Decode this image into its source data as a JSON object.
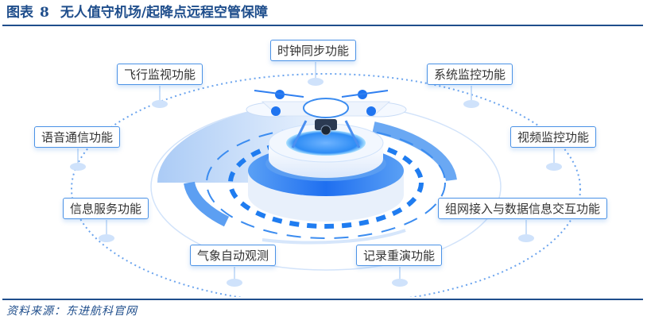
{
  "figure": {
    "label": "图表",
    "number": "8",
    "title": "无人值守机场/起降点远程空管保障"
  },
  "source": "资料来源：东进航科官网",
  "diagram": {
    "center": "无人机及机场平台",
    "functions": [
      {
        "id": "clock-sync",
        "label": "时钟同步功能"
      },
      {
        "id": "flight-monitor",
        "label": "飞行监视功能"
      },
      {
        "id": "system-monitor",
        "label": "系统监控功能"
      },
      {
        "id": "voice-comm",
        "label": "语音通信功能"
      },
      {
        "id": "video-monitor",
        "label": "视频监控功能"
      },
      {
        "id": "info-service",
        "label": "信息服务功能"
      },
      {
        "id": "network-data",
        "label": "组网接入与数据信息交互功能"
      },
      {
        "id": "weather-obs",
        "label": "气象自动观测"
      },
      {
        "id": "record-replay",
        "label": "记录重演功能"
      }
    ]
  },
  "colors": {
    "title": "#1f4e8c",
    "accent": "#4b92e6",
    "ring": "#2f86f0",
    "light": "#cfe2fb"
  }
}
